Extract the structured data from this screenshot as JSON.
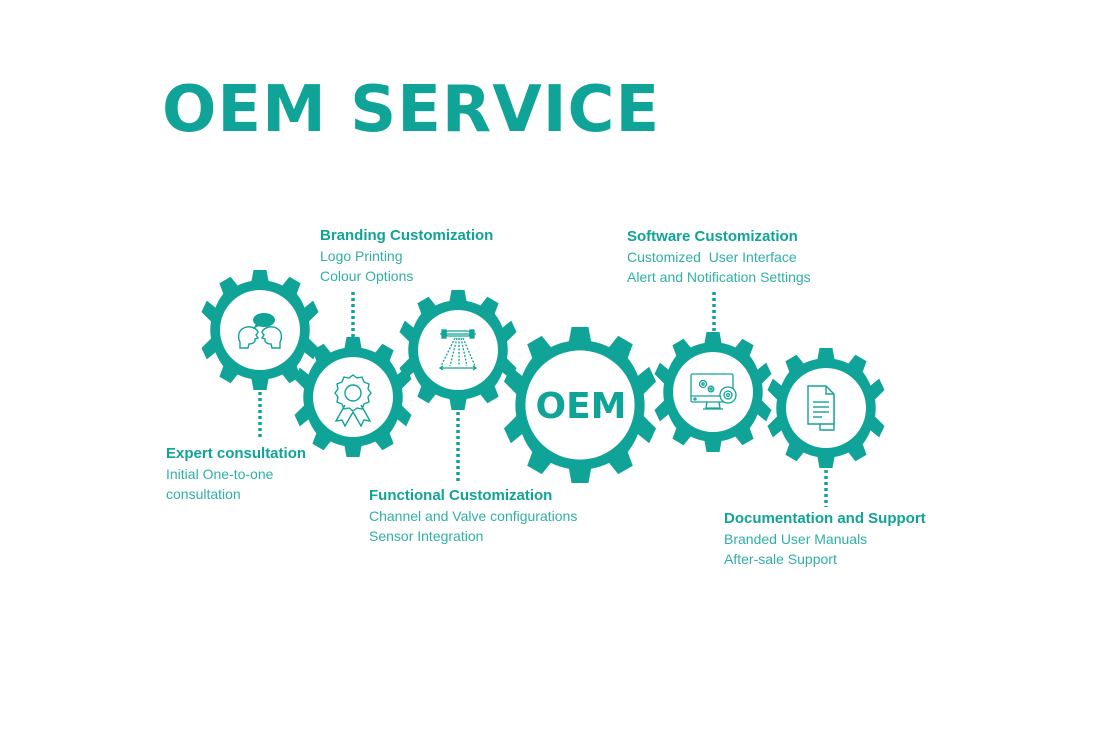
{
  "title": "OEM SERVICE",
  "center_gear_label": "OEM",
  "colors": {
    "accent": "#10a397",
    "text": "#2fb0a5",
    "background": "#ffffff"
  },
  "steps": [
    {
      "heading": "Expert consultation",
      "lines": [
        "Initial One-to-one",
        "consultation"
      ],
      "icon": "consultation-heads-icon"
    },
    {
      "heading": "Branding Customization",
      "lines": [
        "Logo Printing",
        "Colour Options"
      ],
      "icon": "award-ribbon-icon"
    },
    {
      "heading": "Functional Customization",
      "lines": [
        "Channel and Valve configurations",
        "Sensor Integration"
      ],
      "icon": "sprayer-icon"
    },
    {
      "heading": "Software Customization",
      "lines": [
        "Customized  User Interface",
        "Alert and Notification Settings"
      ],
      "icon": "monitor-gears-icon"
    },
    {
      "heading": "Documentation and Support",
      "lines": [
        "Branded User Manuals",
        "After-sale Support"
      ],
      "icon": "documents-icon"
    }
  ]
}
